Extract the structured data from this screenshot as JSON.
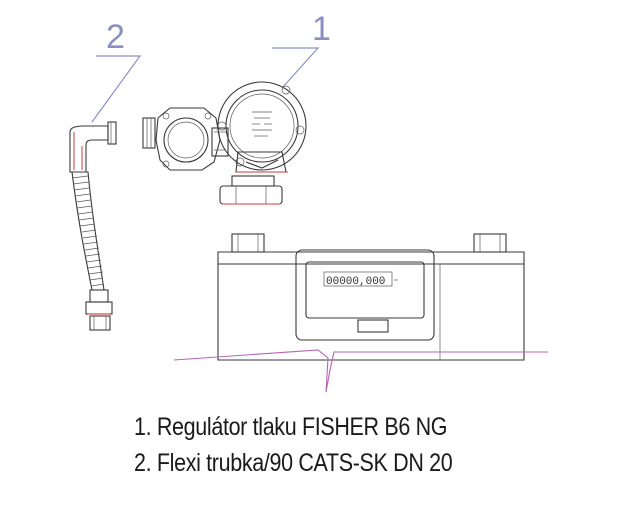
{
  "callouts": {
    "regulator": "1",
    "flexi_hose": "2"
  },
  "meter": {
    "counter_display": "00000,000"
  },
  "legend": {
    "item1": "1. Regulátor tlaku FISHER B6 NG",
    "item2": "2. Flexi trubka/90 CATS-SK DN 20"
  },
  "colors": {
    "outline": "#3a3a3a",
    "callout": "#8a8fc2",
    "accent_red": "#d23a3a",
    "break_line": "#b565b5"
  }
}
